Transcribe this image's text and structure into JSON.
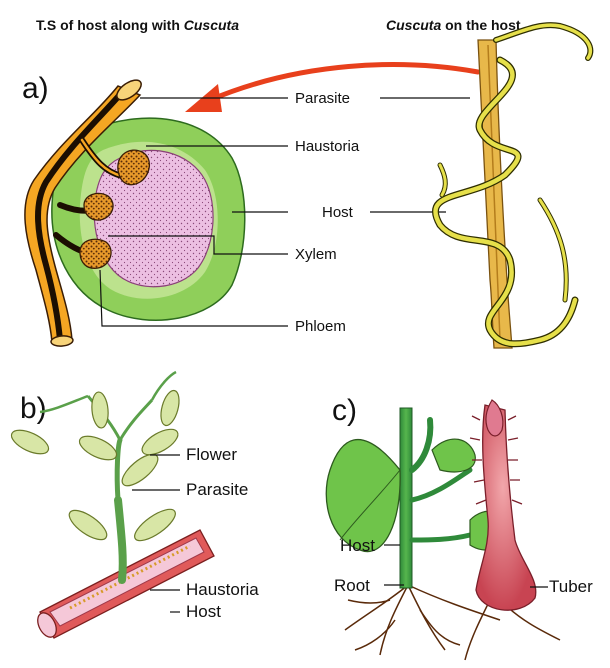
{
  "headers": {
    "left_main": "T.S of host along with ",
    "left_italic": "Cuscuta",
    "right_italic": "Cuscuta",
    "right_main": " on the host"
  },
  "panels": {
    "a": "a)",
    "b": "b)",
    "c": "c)"
  },
  "labels_a": {
    "parasite": "Parasite",
    "haustoria": "Haustoria",
    "host": "Host",
    "xylem": "Xylem",
    "phloem": "Phloem"
  },
  "labels_b": {
    "flower": "Flower",
    "parasite": "Parasite",
    "haustoria": "Haustoria",
    "host": "Host"
  },
  "labels_c": {
    "host": "Host",
    "root": "Root",
    "tuber": "Tuber"
  },
  "colors": {
    "parasite_orange": "#f5a623",
    "host_green": "#8fcf5a",
    "host_pink": "#e9b6dd",
    "arrow_red": "#e8401c",
    "yellow_vine": "#e6e04a",
    "host_stem": "#e8b84a",
    "tuber_red": "#d9606a"
  }
}
